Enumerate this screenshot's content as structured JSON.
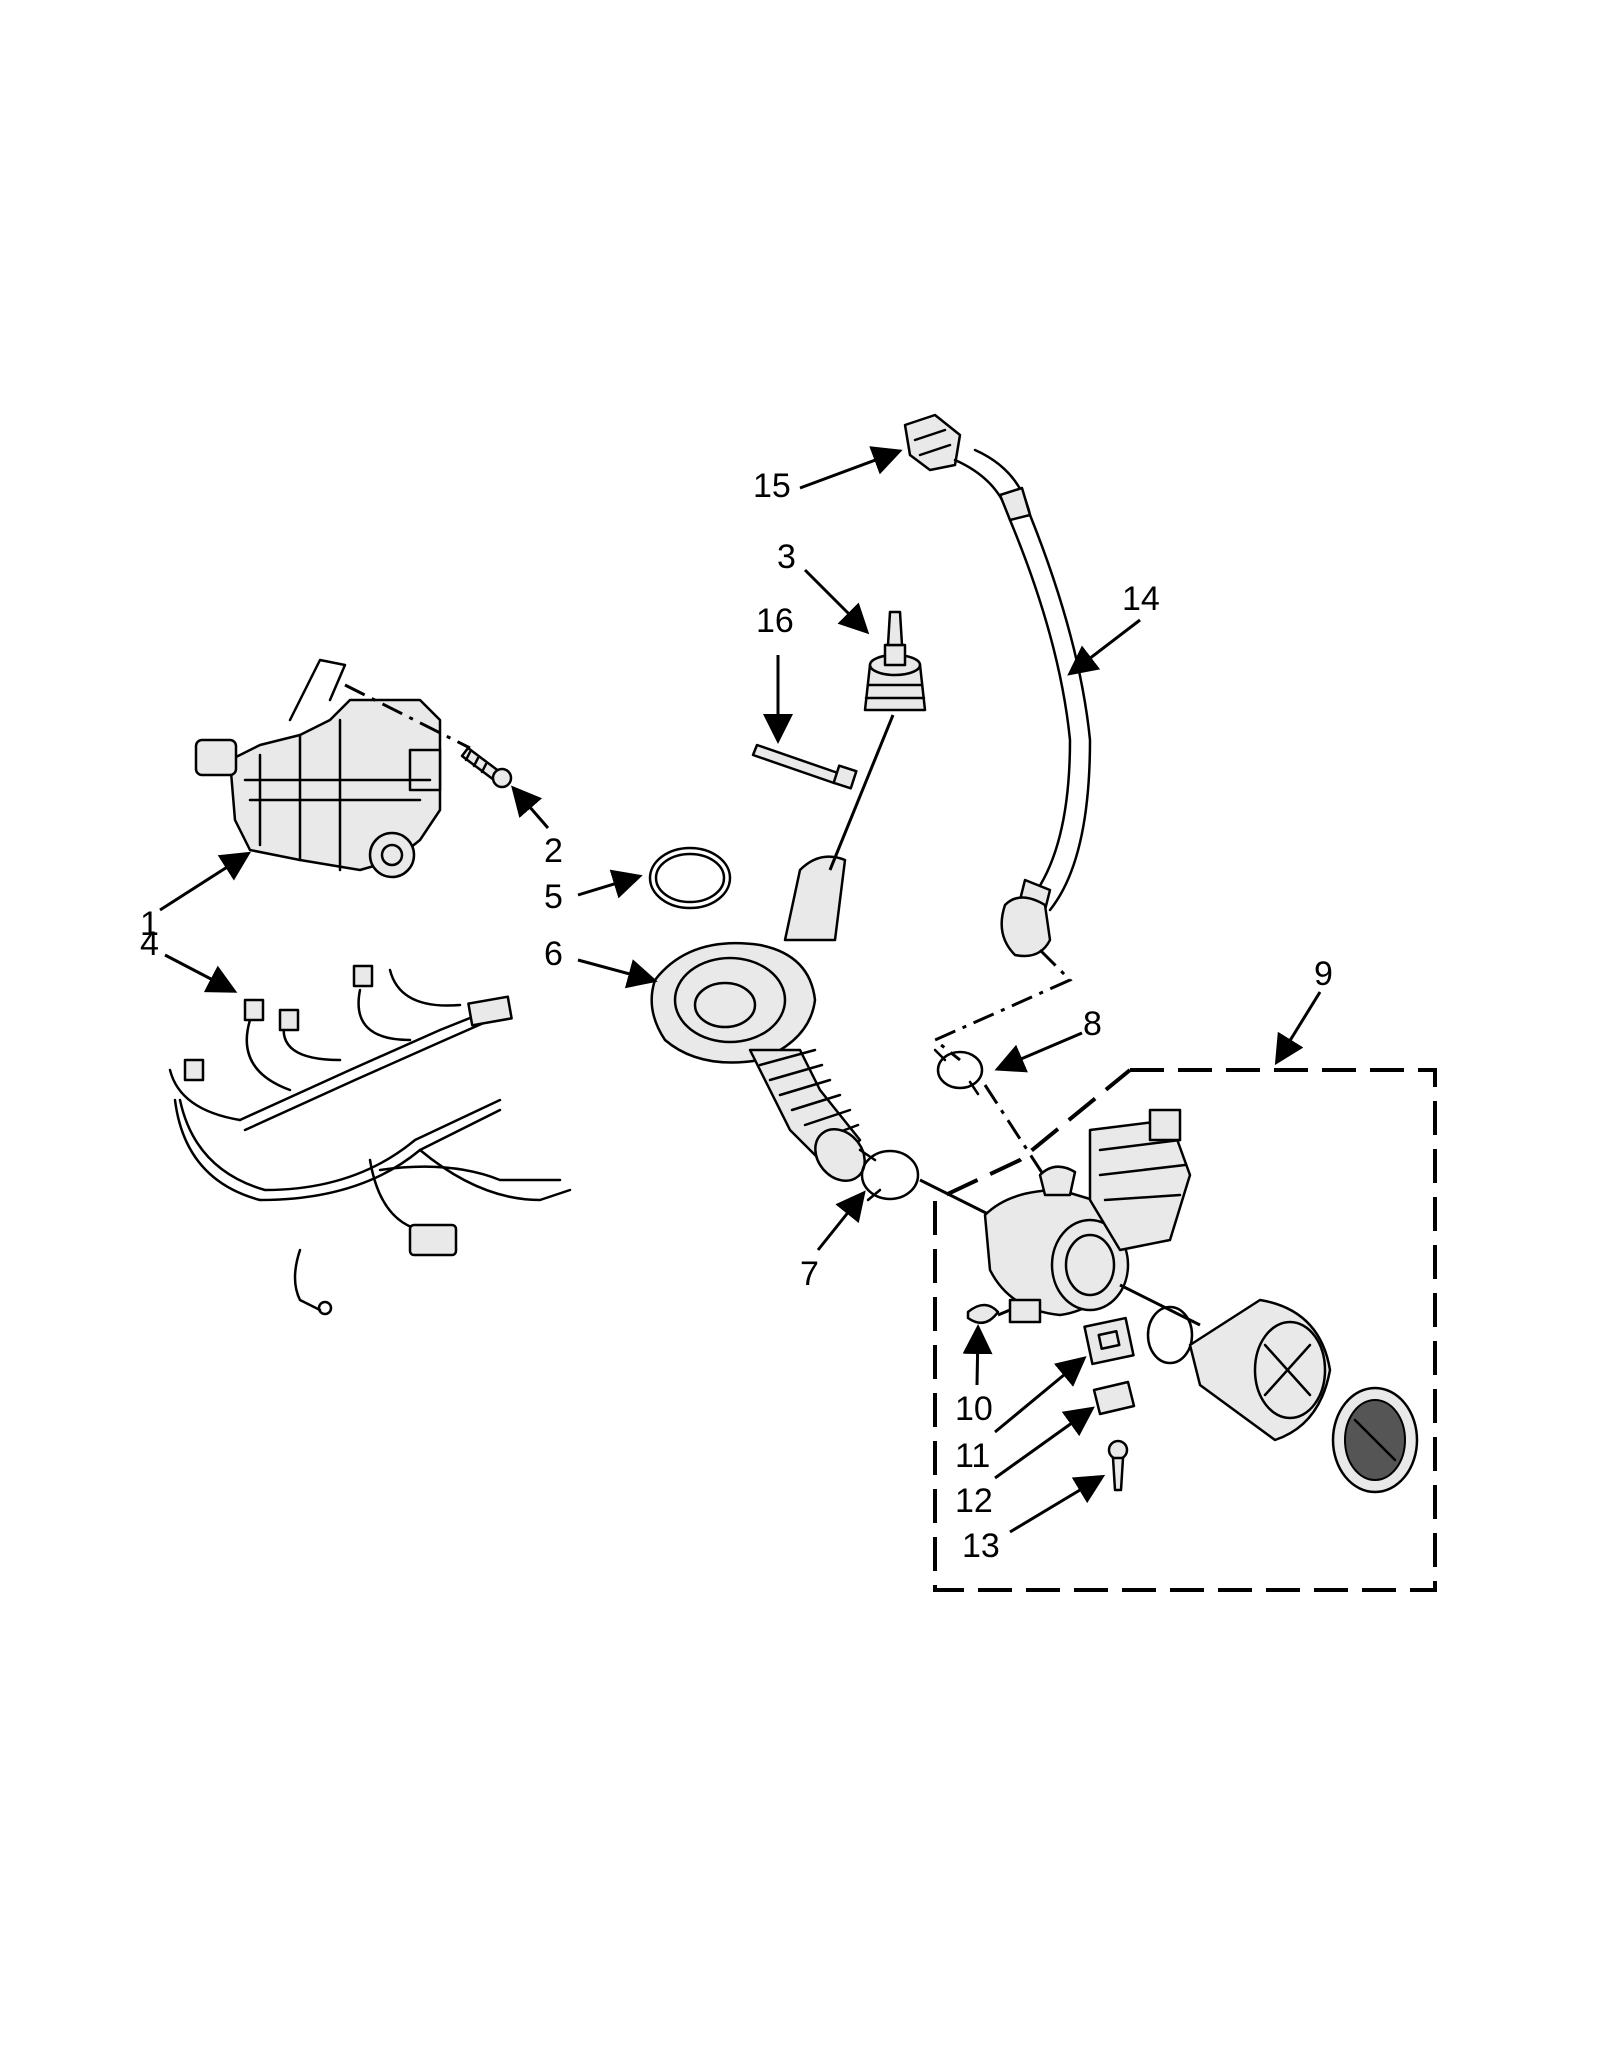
{
  "callouts": [
    {
      "id": "1",
      "label": "1"
    },
    {
      "id": "2",
      "label": "2"
    },
    {
      "id": "3",
      "label": "3"
    },
    {
      "id": "4",
      "label": "4"
    },
    {
      "id": "5",
      "label": "5"
    },
    {
      "id": "6",
      "label": "6"
    },
    {
      "id": "7",
      "label": "7"
    },
    {
      "id": "8",
      "label": "8"
    },
    {
      "id": "9",
      "label": "9"
    },
    {
      "id": "10",
      "label": "10"
    },
    {
      "id": "11",
      "label": "11"
    },
    {
      "id": "12",
      "label": "12"
    },
    {
      "id": "13",
      "label": "13"
    },
    {
      "id": "14",
      "label": "14"
    },
    {
      "id": "15",
      "label": "15"
    },
    {
      "id": "16",
      "label": "16"
    }
  ],
  "colors": {
    "ink": "#000000",
    "background": "#ffffff",
    "shade": "#e9e9e9"
  }
}
